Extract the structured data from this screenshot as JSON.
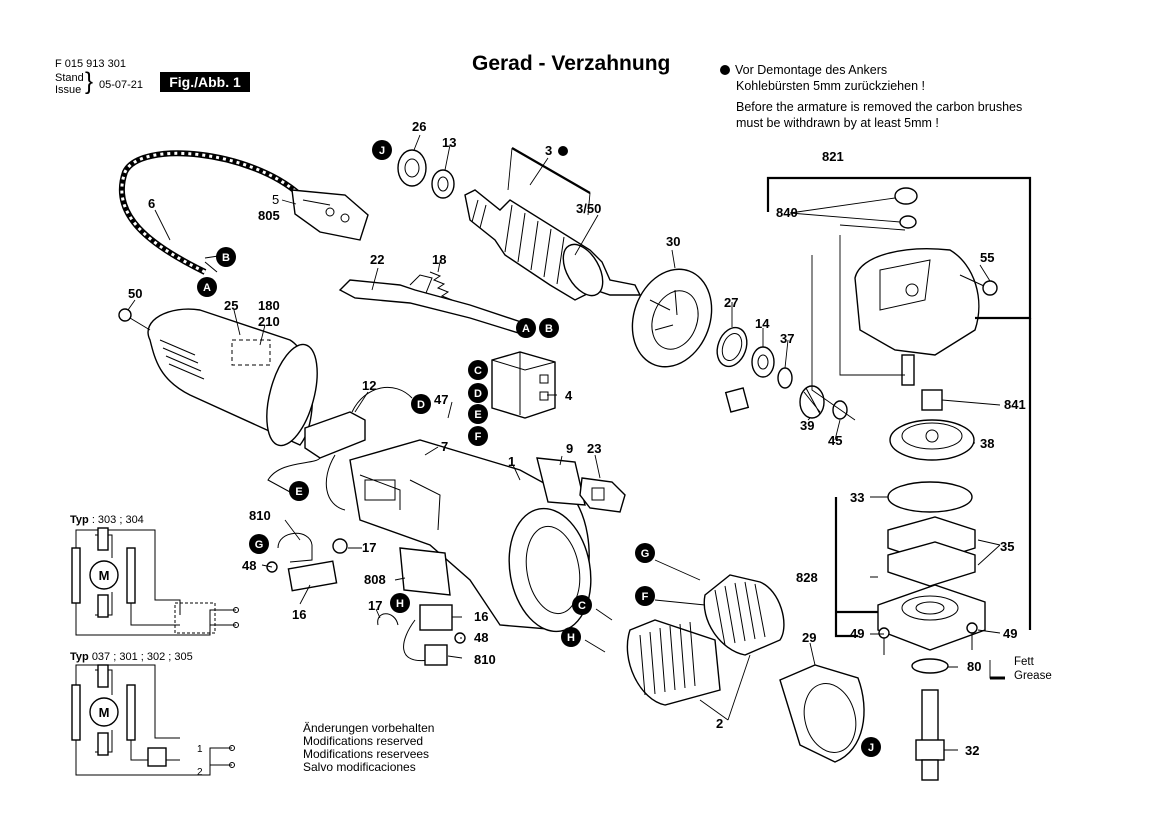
{
  "header": {
    "doc_number": "F 015 913 301",
    "stand_label": "Stand",
    "issue_label": "Issue",
    "date": "05-07-21",
    "fig_label": "Fig./Abb. 1"
  },
  "title": "Gerad - Verzahnung",
  "note": {
    "de_line1": "Vor Demontage des Ankers",
    "de_line2": "Kohlebürsten 5mm zurückziehen !",
    "en_line1": "Before the armature is removed the carbon brushes",
    "en_line2": "must be withdrawn by at least 5mm !"
  },
  "footer": {
    "de": "Änderungen vorbehalten",
    "en": "Modifications reserved",
    "fr": "Modifications reservees",
    "es": "Salvo modificaciones"
  },
  "grease": {
    "line1": "Fett",
    "line2": "Grease"
  },
  "typ_top": {
    "label": "Typ",
    "value": ": 303 ; 304"
  },
  "typ_bottom": {
    "label": "Typ",
    "value": "037 ; 301 ; 302 ; 305"
  },
  "motor_symbol": "M",
  "switch_pos": {
    "one": "1",
    "two": "2"
  },
  "part_labels": {
    "p26": "26",
    "p13": "13",
    "p3": "3",
    "p3_50": "3/50",
    "p6": "6",
    "p5": "5",
    "p805": "805",
    "p22": "22",
    "p18": "18",
    "p30": "30",
    "p27": "27",
    "p14": "14",
    "p37": "37",
    "p821": "821",
    "p840": "840",
    "p55": "55",
    "p50": "50",
    "p25": "25",
    "p180": "180",
    "p210": "210",
    "p12": "12",
    "p47": "47",
    "p4": "4",
    "p7": "7",
    "p39": "39",
    "p45": "45",
    "p841": "841",
    "p38": "38",
    "p1": "1",
    "p9": "9",
    "p23": "23",
    "p33": "33",
    "p35": "35",
    "p810a": "810",
    "p17a": "17",
    "p48a": "48",
    "p16a": "16",
    "p808": "808",
    "p828": "828",
    "p17b": "17",
    "p16b": "16",
    "p48b": "48",
    "p810b": "810",
    "p29": "29",
    "p49a": "49",
    "p49b": "49",
    "p80": "80",
    "p2": "2",
    "p32": "32"
  },
  "connector_badges": {
    "A": "A",
    "B": "B",
    "C": "C",
    "D": "D",
    "E": "E",
    "F": "F",
    "G": "G",
    "H": "H",
    "J": "J"
  },
  "colors": {
    "ink": "#000000",
    "paper": "#ffffff"
  }
}
